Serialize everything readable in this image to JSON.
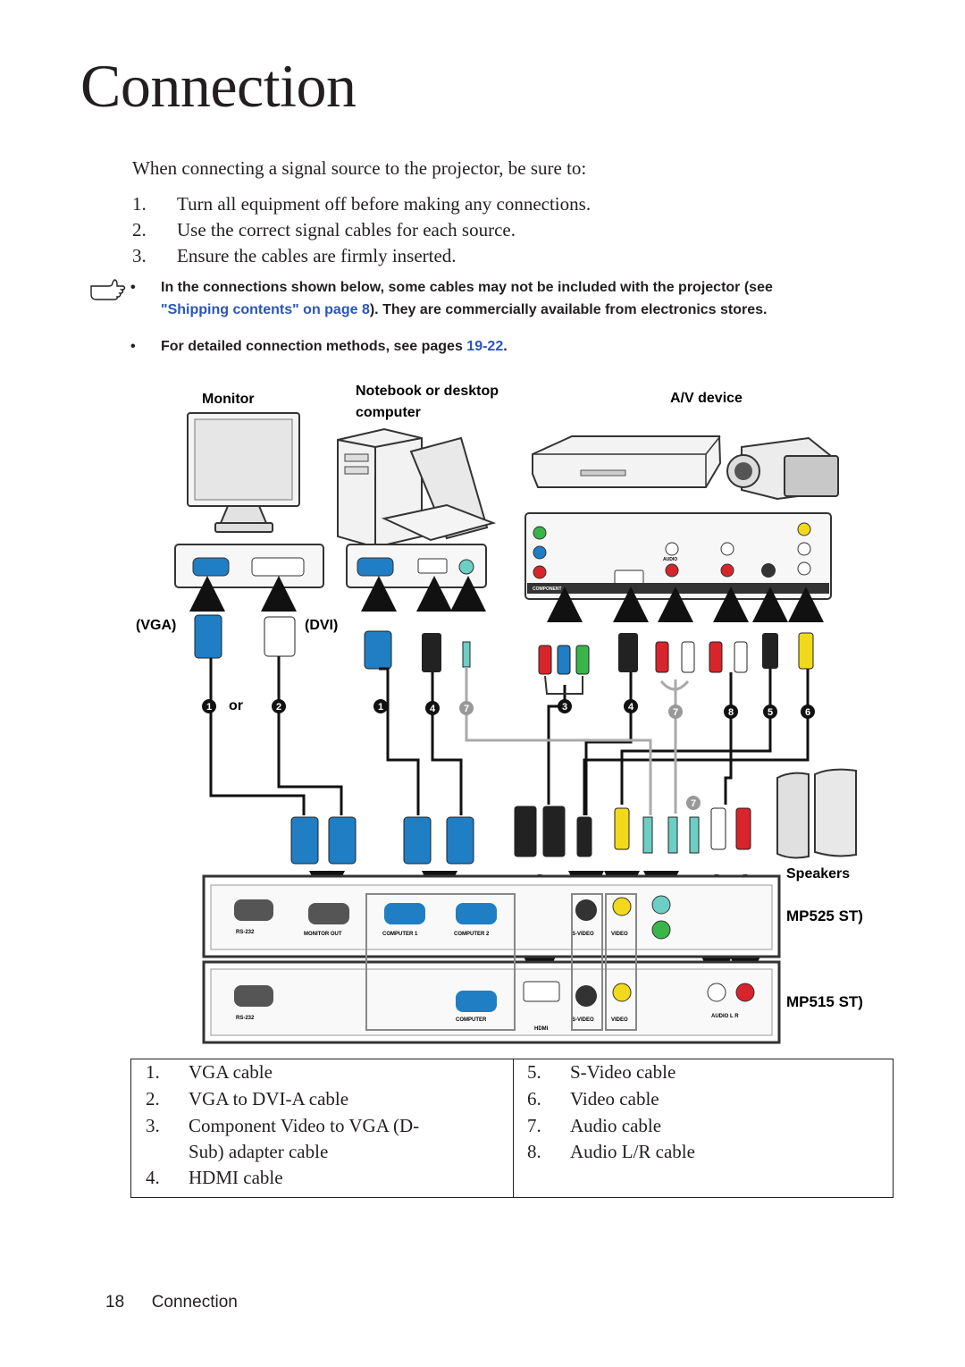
{
  "title": "Connection",
  "intro": "When connecting a signal source to the projector, be sure to:",
  "steps": [
    {
      "num": "1.",
      "text": "Turn all equipment off before making any connections."
    },
    {
      "num": "2.",
      "text": "Use the correct signal cables for each source."
    },
    {
      "num": "3.",
      "text": "Ensure the cables are firmly inserted."
    }
  ],
  "notes": {
    "bullet": "•",
    "note1_part1": "In the connections shown below, some cables may not be included with the projector (see",
    "note1_link": "\"Shipping contents\" on page 8",
    "note1_part2": "). They are commercially available from electronics stores.",
    "note2_part1": "For detailed connection methods, see pages ",
    "note2_link": "19-22",
    "note2_part2": "."
  },
  "diagram": {
    "labels": {
      "monitor": "Monitor",
      "computer_line1": "Notebook or desktop",
      "computer_line2": "computer",
      "av_device": "A/V device",
      "vga": "(VGA)",
      "dvi": "(DVI)",
      "or": "or",
      "speakers": "Speakers",
      "model1": "MP525 ST)",
      "model2": "MP515 ST)"
    },
    "panel_labels": {
      "rs232": "RS-232",
      "monitor_out": "MONITOR OUT",
      "computer1": "COMPUTER 1",
      "computer2": "COMPUTER 2",
      "svideo": "S-VIDEO",
      "video": "VIDEO",
      "computer": "COMPUTER",
      "hdmi": "HDMI",
      "audio_lr": "AUDIO L R",
      "component": "COMPONENT",
      "audio": "AUDIO"
    },
    "markers": [
      "1",
      "2",
      "1",
      "4",
      "7",
      "3",
      "4",
      "7",
      "8",
      "5",
      "6",
      "7"
    ],
    "colors": {
      "vga_blue": "#1f7ec4",
      "red": "#d7252b",
      "green": "#39b54a",
      "yellow": "#f2d91c",
      "cyan": "#6ccfc4",
      "gray": "#9a9a9a"
    }
  },
  "cables": {
    "left": [
      {
        "num": "1.",
        "text": "VGA cable"
      },
      {
        "num": "2.",
        "text": "VGA to DVI-A cable"
      },
      {
        "num": "3.",
        "text": "Component Video to VGA (D-"
      },
      {
        "num": "",
        "text": "Sub) adapter cable"
      },
      {
        "num": "4.",
        "text": "HDMI cable"
      }
    ],
    "right": [
      {
        "num": "5.",
        "text": "S-Video cable"
      },
      {
        "num": "6.",
        "text": "Video cable"
      },
      {
        "num": "7.",
        "text": "Audio cable"
      },
      {
        "num": "8.",
        "text": "Audio L/R cable"
      }
    ]
  },
  "footer": {
    "page_number": "18",
    "section": "Connection"
  }
}
